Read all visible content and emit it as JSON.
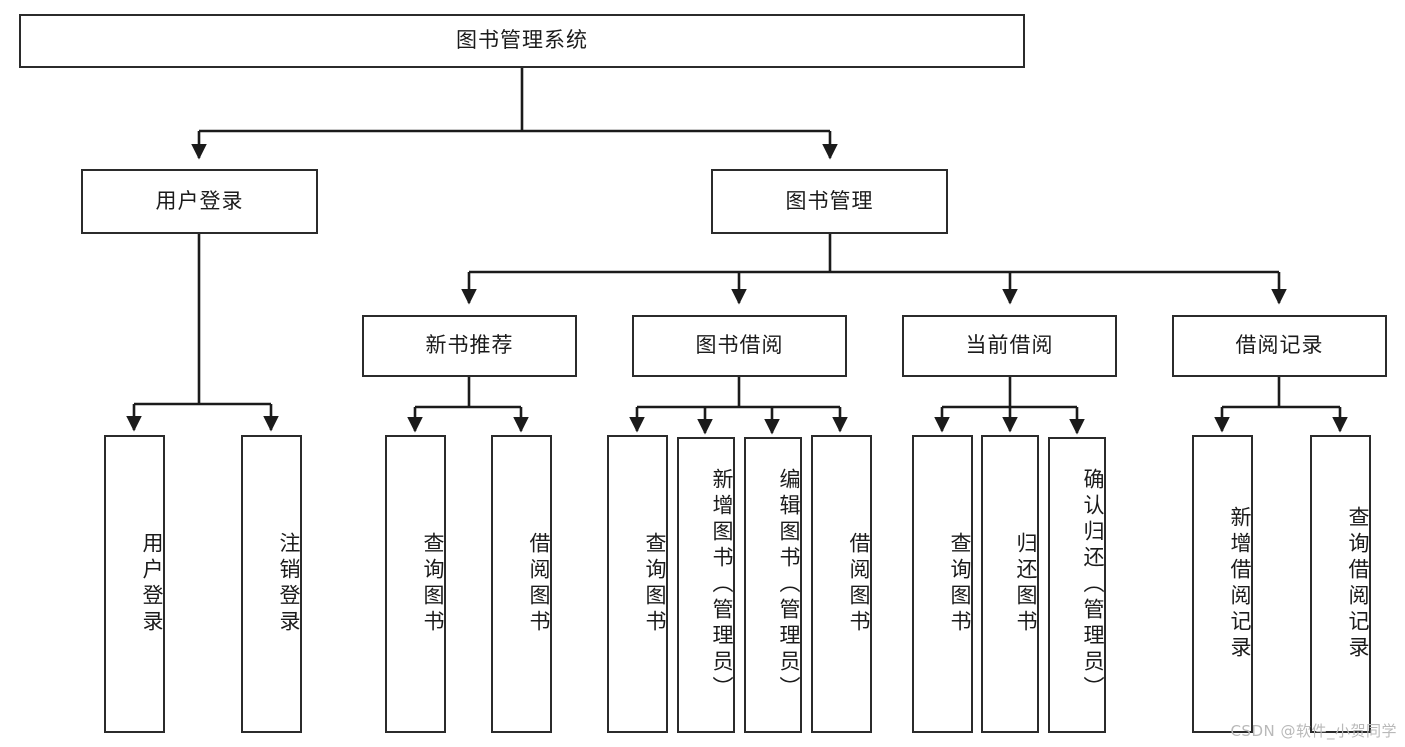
{
  "diagram": {
    "type": "tree",
    "title": "图书管理系统",
    "orientation": "top-down",
    "colors": {
      "background": "#ffffff",
      "node_border": "#2b2b2b",
      "node_fill": "#ffffff",
      "edge": "#1b1b1b",
      "text": "#1b1b1b",
      "watermark": "#b9b9b9"
    },
    "levels": 4
  },
  "root": {
    "label": "图书管理系统"
  },
  "level2": [
    {
      "label": "用户登录"
    },
    {
      "label": "图书管理"
    }
  ],
  "level3": [
    {
      "label": "新书推荐"
    },
    {
      "label": "图书借阅"
    },
    {
      "label": "当前借阅"
    },
    {
      "label": "借阅记录"
    }
  ],
  "leaves": {
    "user_login": [
      {
        "label": "用户登录"
      },
      {
        "label": "注销登录"
      }
    ],
    "new_book_recommend": [
      {
        "label": "查询图书"
      },
      {
        "label": "借阅图书"
      }
    ],
    "book_borrow": [
      {
        "label": "查询图书"
      },
      {
        "label": "新增图书（管理员）"
      },
      {
        "label": "编辑图书（管理员）"
      },
      {
        "label": "借阅图书"
      }
    ],
    "current_borrow": [
      {
        "label": "查询图书"
      },
      {
        "label": "归还图书"
      },
      {
        "label": "确认归还（管理员）"
      }
    ],
    "borrow_record": [
      {
        "label": "新增借阅记录"
      },
      {
        "label": "查询借阅记录"
      }
    ]
  },
  "watermark": {
    "text": "CSDN @软件_小贺同学"
  }
}
